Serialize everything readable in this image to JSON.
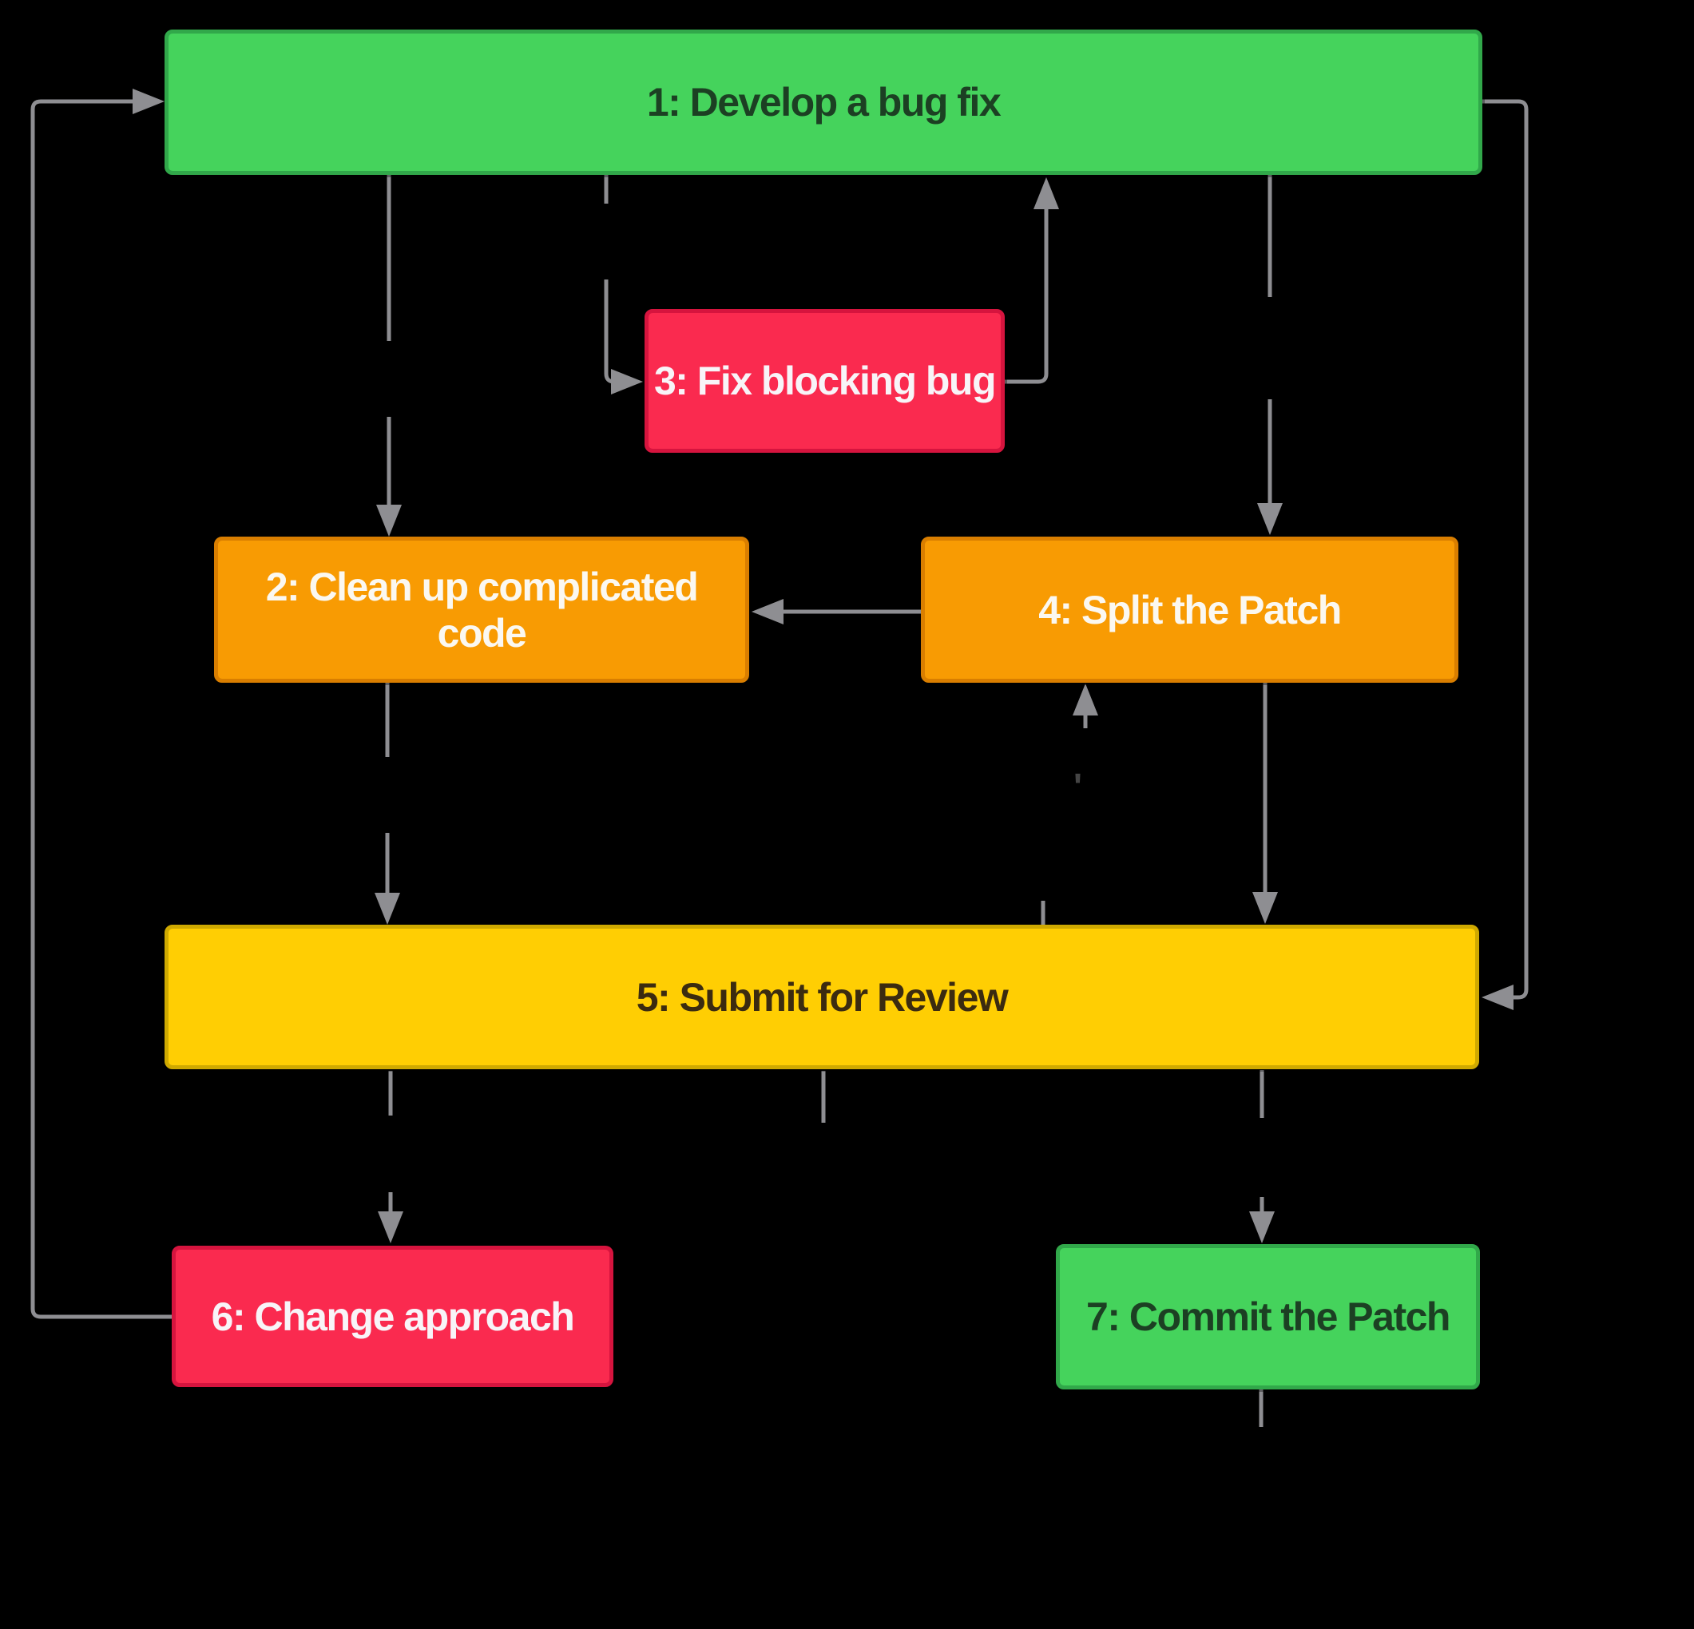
{
  "diagram": {
    "type": "flowchart",
    "background_color": "#000000",
    "nodes": [
      {
        "id": "1",
        "label": "1: Develop a bug fix",
        "color_role": "green"
      },
      {
        "id": "2",
        "label": "2: Clean up complicated code",
        "color_role": "orange"
      },
      {
        "id": "3",
        "label": "3: Fix blocking bug",
        "color_role": "red"
      },
      {
        "id": "4",
        "label": "4: Split the Patch",
        "color_role": "orange"
      },
      {
        "id": "5",
        "label": "5: Submit for Review",
        "color_role": "yellow"
      },
      {
        "id": "6",
        "label": "6: Change approach",
        "color_role": "red"
      },
      {
        "id": "7",
        "label": "7: Commit the Patch",
        "color_role": "green"
      }
    ],
    "edges": [
      {
        "from": "6",
        "to": "1"
      },
      {
        "from": "1",
        "to": "2"
      },
      {
        "from": "1",
        "to": "3"
      },
      {
        "from": "3",
        "to": "1"
      },
      {
        "from": "1",
        "to": "4"
      },
      {
        "from": "4",
        "to": "2"
      },
      {
        "from": "1",
        "to": "5"
      },
      {
        "from": "2",
        "to": "5"
      },
      {
        "from": "5",
        "to": "4"
      },
      {
        "from": "4",
        "to": "5"
      },
      {
        "from": "5",
        "to": "6"
      },
      {
        "from": "5",
        "to": "7"
      },
      {
        "from": "5",
        "to": "(hidden)"
      },
      {
        "from": "7",
        "to": "(hidden)"
      }
    ],
    "edge_label_artifact": "'",
    "colors": {
      "arrow": "#8E8E92",
      "green_fill": "#45D35C",
      "green_border": "#31A84A",
      "green_text": "#1C4023",
      "orange_fill": "#F89B03",
      "orange_border": "#D97E00",
      "orange_text": "#FBF8F1",
      "red_fill": "#FA2A4F",
      "red_border": "#D6143E",
      "red_text": "#F8F4F8",
      "yellow_fill": "#FFCE03",
      "yellow_border": "#CFA900",
      "yellow_text": "#3B2B10"
    }
  }
}
